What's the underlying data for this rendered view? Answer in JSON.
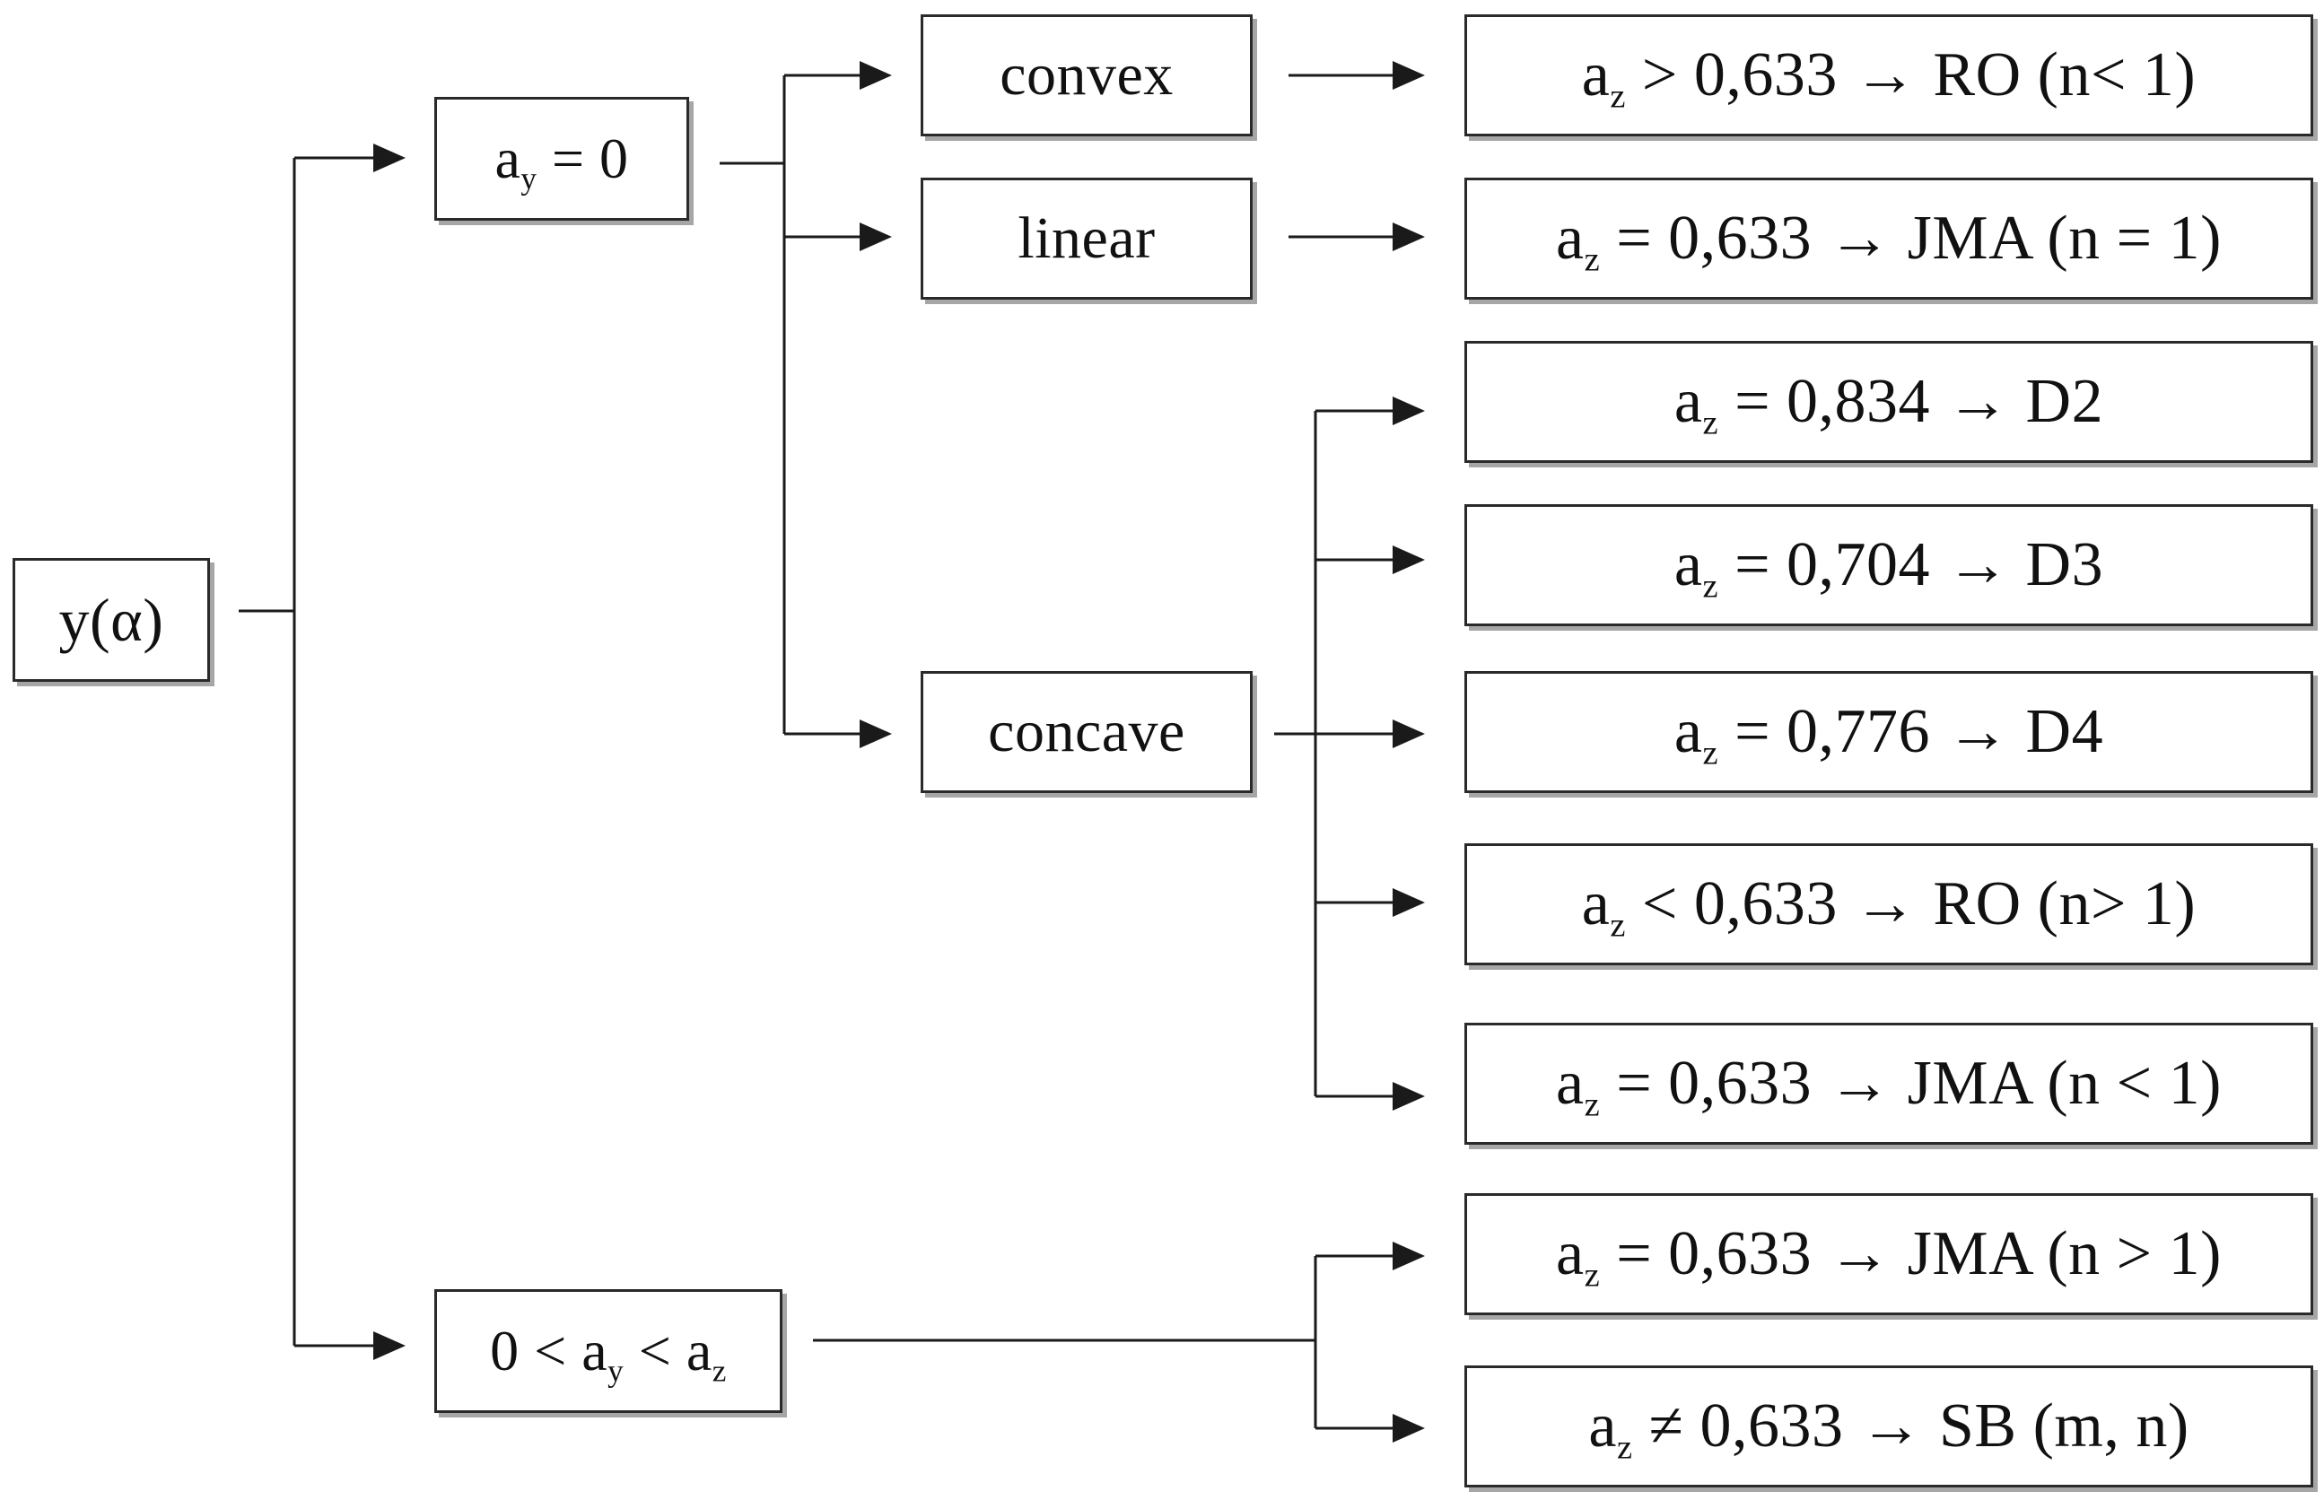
{
  "root": {
    "label": "y(α)"
  },
  "level1": [
    {
      "id": "ay0",
      "text_parts": [
        "a",
        "y",
        " = 0"
      ]
    },
    {
      "id": "ayrange",
      "text_parts": [
        "0 < a",
        "y",
        " < a",
        "z",
        ""
      ]
    }
  ],
  "shapes": [
    {
      "id": "convex",
      "label": "convex"
    },
    {
      "id": "linear",
      "label": "linear"
    },
    {
      "id": "concave",
      "label": "concave"
    }
  ],
  "results": [
    {
      "id": "r1",
      "text_parts": [
        "a",
        "z",
        " > 0,633 → RO (n< 1)"
      ]
    },
    {
      "id": "r2",
      "text_parts": [
        "a",
        "z",
        " = 0,633 → JMA (n = 1)"
      ]
    },
    {
      "id": "r3",
      "text_parts": [
        "a",
        "z",
        " = 0,834 → D2"
      ]
    },
    {
      "id": "r4",
      "text_parts": [
        "a",
        "z",
        " = 0,704 → D3"
      ]
    },
    {
      "id": "r5",
      "text_parts": [
        "a",
        "z",
        " = 0,776 → D4"
      ]
    },
    {
      "id": "r6",
      "text_parts": [
        "a",
        "z",
        " < 0,633 → RO (n> 1)"
      ]
    },
    {
      "id": "r7",
      "text_parts": [
        "a",
        "z",
        " = 0,633 → JMA (n < 1)"
      ]
    },
    {
      "id": "r8",
      "text_parts": [
        "a",
        "z",
        " = 0,633 → JMA (n > 1)"
      ]
    },
    {
      "id": "r9",
      "text_parts": [
        "a",
        "z",
        " ≠ 0,633 → SB (m, n)"
      ]
    }
  ],
  "colors": {
    "line": "#1a1a1a",
    "box_border": "#2a2a2a",
    "background": "#ffffff"
  }
}
